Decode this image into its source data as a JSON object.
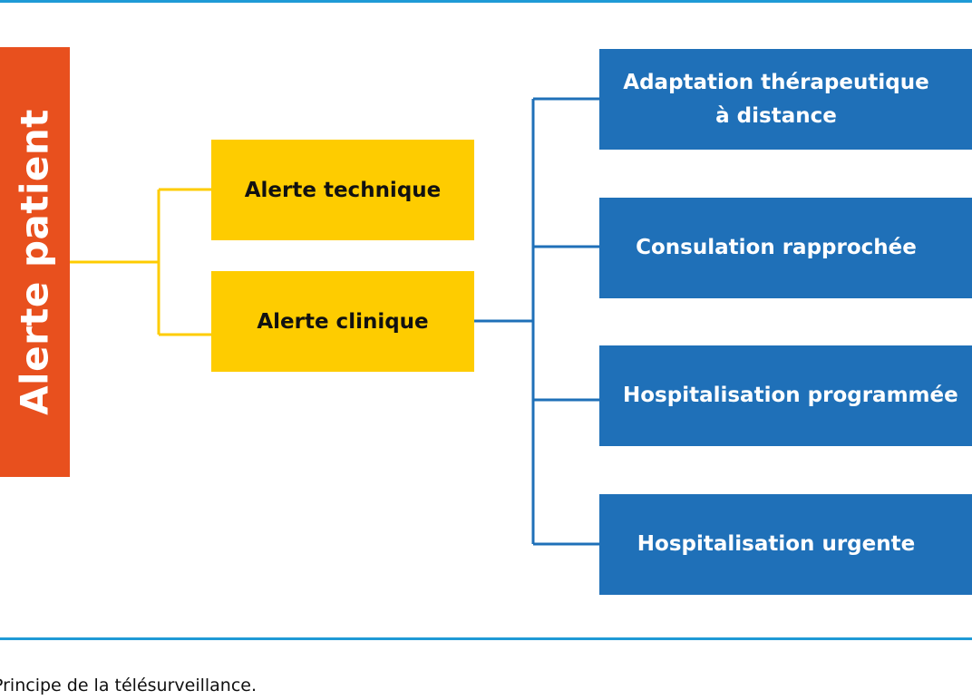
{
  "root": {
    "label": "Alerte patient",
    "color": "#e8501e"
  },
  "alerts": [
    {
      "label": "Alerte technique"
    },
    {
      "label": "Alerte clinique"
    }
  ],
  "actions": [
    {
      "line1": "Adaptation thérapeutique",
      "line2": "à distance"
    },
    {
      "line1": "Consulation rapprochée",
      "line2": ""
    },
    {
      "line1": "Hospitalisation programmée",
      "line2": ""
    },
    {
      "line1": "Hospitalisation urgente",
      "line2": ""
    }
  ],
  "caption": "Principe de la télésurveillance.",
  "colors": {
    "alert": "#fecc00",
    "action": "#1f70b8",
    "rule": "#1f9ad6"
  }
}
